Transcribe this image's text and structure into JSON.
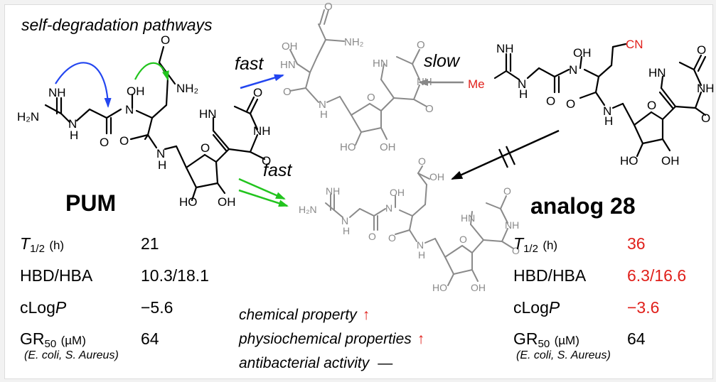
{
  "title": "self-degradation pathways",
  "colors": {
    "blue_arrow": "#2346f0",
    "green_arrow": "#22c41e",
    "gray_arrow": "#888888",
    "black_arrow": "#000000",
    "highlight_red": "#e0201b",
    "faded_structure": "#8a8a8a"
  },
  "arrows": {
    "fast_top": "fast",
    "fast_bottom": "fast",
    "slow": "slow"
  },
  "pum": {
    "name": "PUM",
    "t_half_label": "T",
    "t_half_sub": "1/2",
    "t_half_unit": "(h)",
    "t_half_value": "21",
    "hbd_hba_label": "HBD/HBA",
    "hbd_hba_value": "10.3/18.1",
    "clogp_label_prefix": "cLog",
    "clogp_label_italic": "P",
    "clogp_value": "−5.6",
    "gr50_label": "GR",
    "gr50_sub": "50",
    "gr50_unit": "(µM)",
    "gr50_value": "64",
    "organisms": "(E. coli, S. Aureus)",
    "structure_labels": {
      "amidine_nh": "NH",
      "amidine_h2n": "H₂N",
      "amine_n": "N",
      "amine_h": "H",
      "oh": "OH",
      "n": "N",
      "o": "O",
      "nh2": "NH₂",
      "hn": "HN",
      "nh": "NH",
      "ho": "HO",
      "h": "H"
    }
  },
  "analog": {
    "name": "analog 28",
    "t_half_label": "T",
    "t_half_sub": "1/2",
    "t_half_unit": "(h)",
    "t_half_value": "36",
    "hbd_hba_label": "HBD/HBA",
    "hbd_hba_value": "6.3/16.6",
    "clogp_label_prefix": "cLog",
    "clogp_label_italic": "P",
    "clogp_value": "−3.6",
    "gr50_label": "GR",
    "gr50_sub": "50",
    "gr50_unit": "(µM)",
    "gr50_value": "64",
    "organisms": "(E. coli, S. Aureus)",
    "structure_labels": {
      "me": "Me",
      "cn": "CN",
      "nh": "NH",
      "oh": "OH",
      "n": "N",
      "o": "O",
      "h": "H",
      "hn": "HN",
      "ho": "HO"
    }
  },
  "product_top_labels": {
    "o": "O",
    "nh2": "NH₂",
    "oh": "OH",
    "hn": "HN",
    "nh": "NH",
    "n": "N",
    "h": "H",
    "ho": "HO"
  },
  "product_bottom_labels": {
    "oh": "OH",
    "o": "O",
    "nh": "NH",
    "h2n": "H₂N",
    "n": "N",
    "h": "H",
    "hn": "HN",
    "ho": "HO"
  },
  "summary": {
    "line1": "chemical property",
    "line2": "physiochemical properties",
    "line3": "antibacterial activity",
    "up_arrow": "↑",
    "dash": "—"
  }
}
